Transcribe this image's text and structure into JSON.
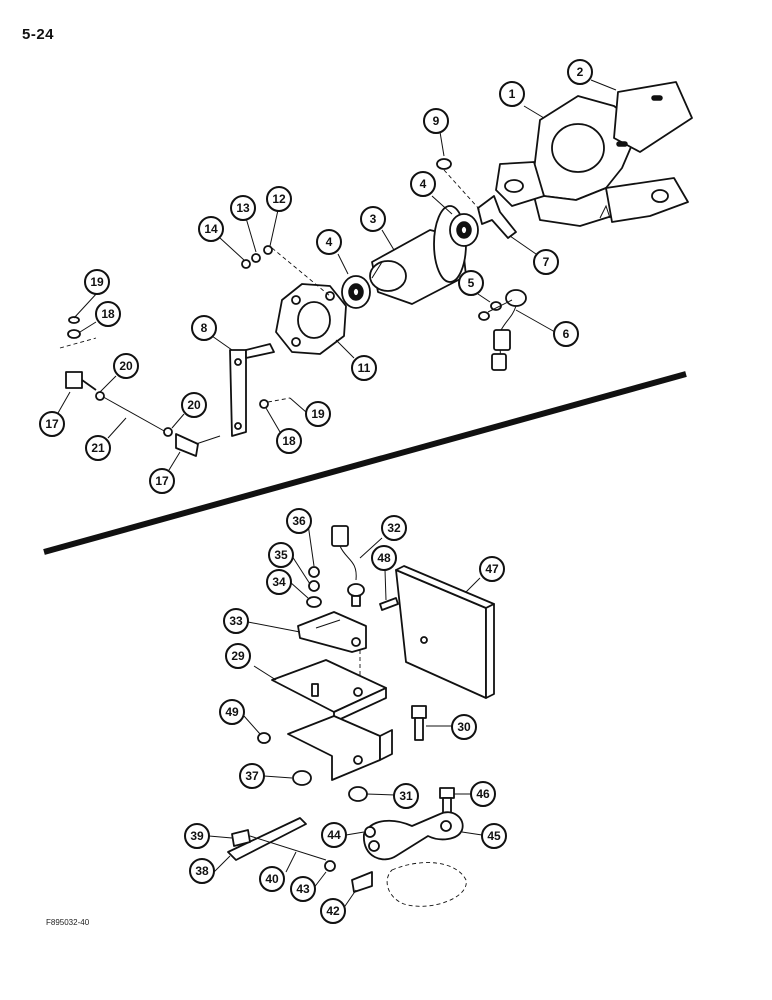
{
  "page_number": "5-24",
  "figure_code": "F895032-40",
  "callouts": [
    "1",
    "2",
    "3",
    "4",
    "4",
    "5",
    "6",
    "7",
    "8",
    "9",
    "11",
    "12",
    "13",
    "14",
    "17",
    "17",
    "18",
    "18",
    "19",
    "19",
    "20",
    "20",
    "21",
    "29",
    "30",
    "31",
    "32",
    "33",
    "34",
    "35",
    "36",
    "37",
    "38",
    "39",
    "40",
    "42",
    "43",
    "44",
    "45",
    "46",
    "47",
    "48",
    "49"
  ]
}
